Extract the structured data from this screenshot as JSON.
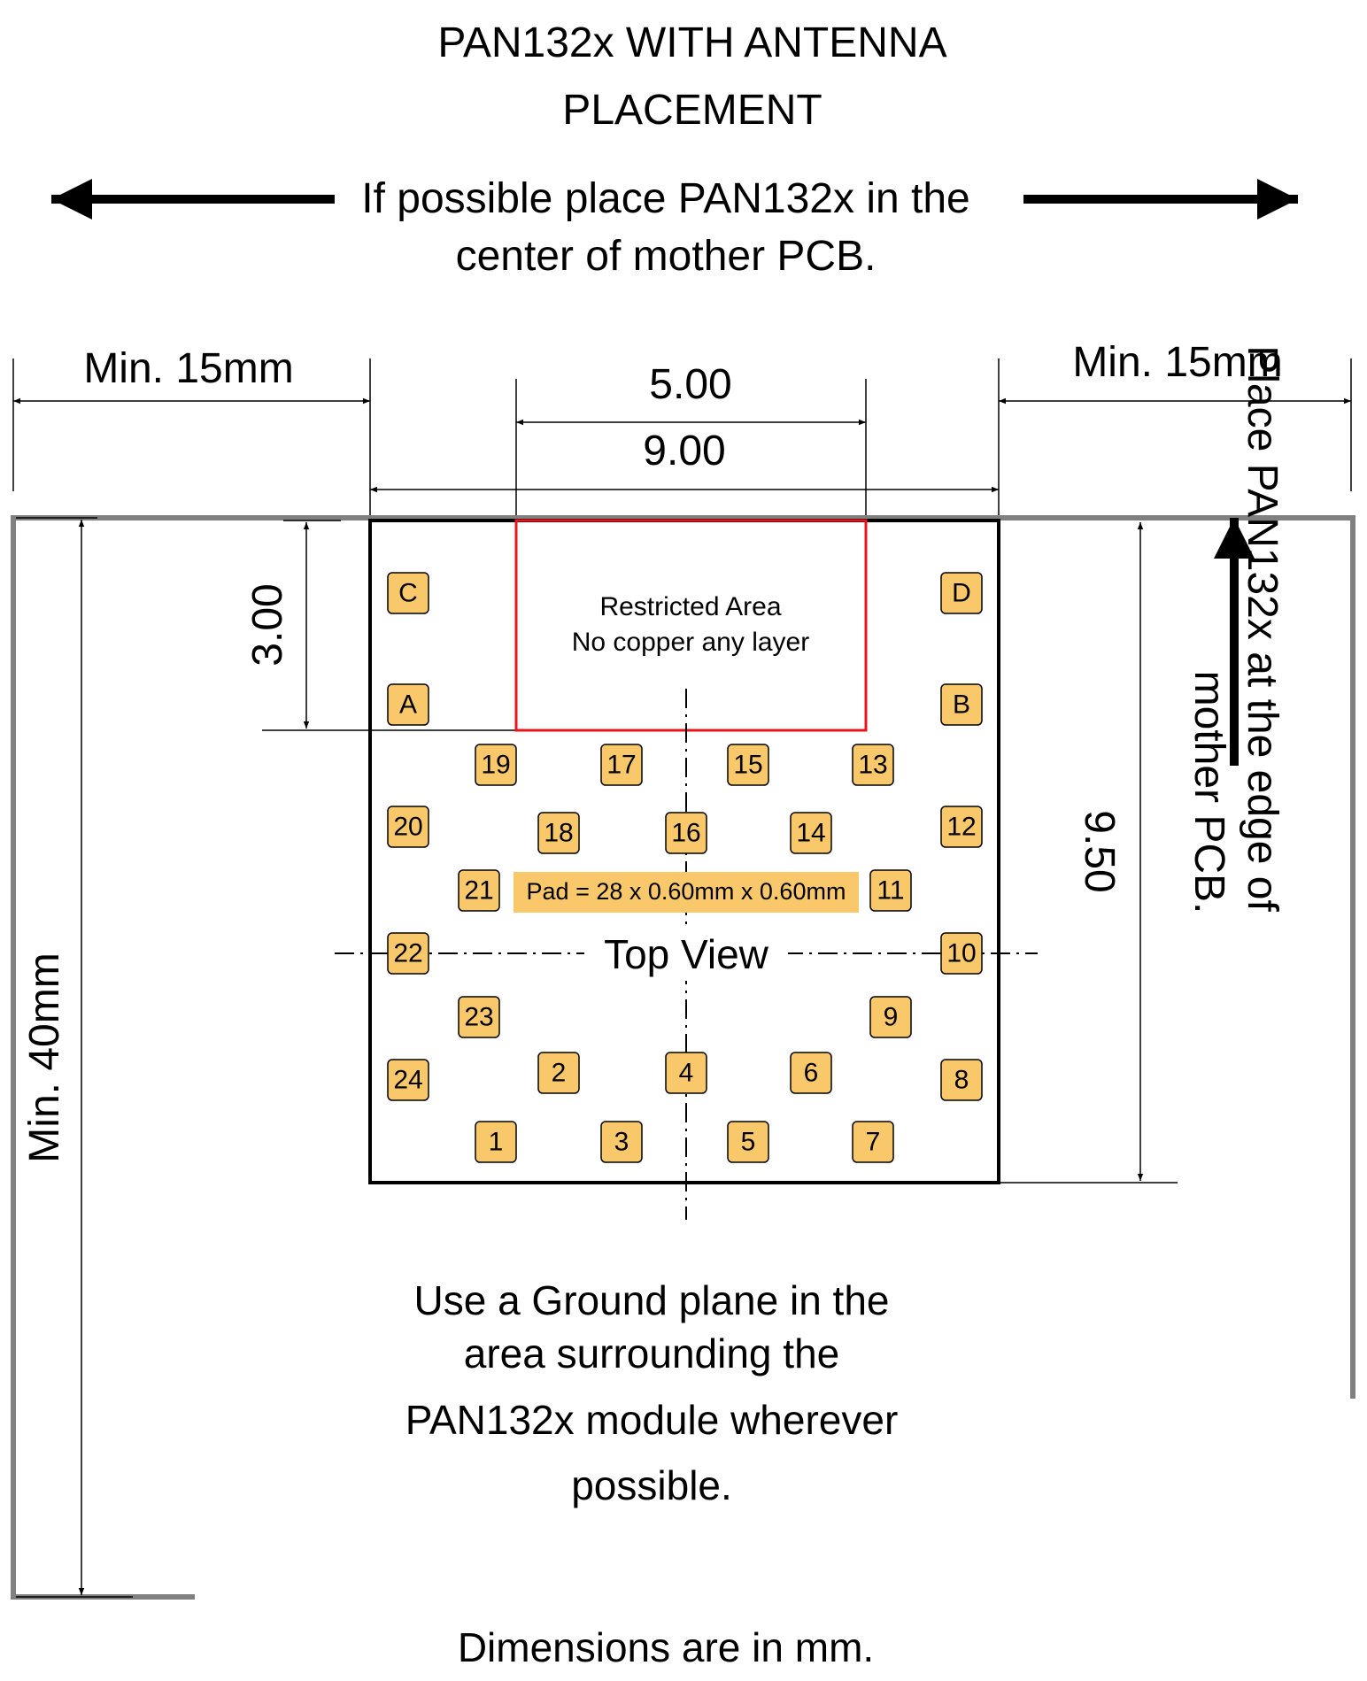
{
  "title": {
    "line1": "PAN132x WITH ANTENNA",
    "line2": "PLACEMENT"
  },
  "center_note": {
    "line1": "If possible place PAN132x in the",
    "line2": "center of mother PCB."
  },
  "dimensions": {
    "left_margin": "Min. 15mm",
    "right_margin": "Min. 15mm",
    "restricted_width": "5.00",
    "module_width": "9.00",
    "restricted_height": "3.00",
    "module_height": "9.50",
    "board_height": "Min. 40mm"
  },
  "restricted_area": {
    "line1": "Restricted Area",
    "line2": "No copper any layer"
  },
  "pad_note": "Pad = 28 x 0.60mm x 0.60mm",
  "view_label": "Top View",
  "pads": [
    "C",
    "D",
    "A",
    "B",
    "19",
    "17",
    "15",
    "13",
    "20",
    "18",
    "16",
    "14",
    "12",
    "21",
    "11",
    "22",
    "10",
    "23",
    "9",
    "24",
    "2",
    "4",
    "6",
    "8",
    "1",
    "3",
    "5",
    "7"
  ],
  "edge_note": {
    "line1": "Place PAN132x at the edge of",
    "line2": "mother PCB."
  },
  "ground_note": {
    "line1": "Use a Ground plane in the",
    "line2": "area surrounding the",
    "line3": "PAN132x module wherever",
    "line4": "possible."
  },
  "units_note": "Dimensions are in mm.",
  "colors": {
    "pad_fill": "#F9C86B",
    "restricted_outline": "#E8141B",
    "board_outline": "#808080"
  }
}
